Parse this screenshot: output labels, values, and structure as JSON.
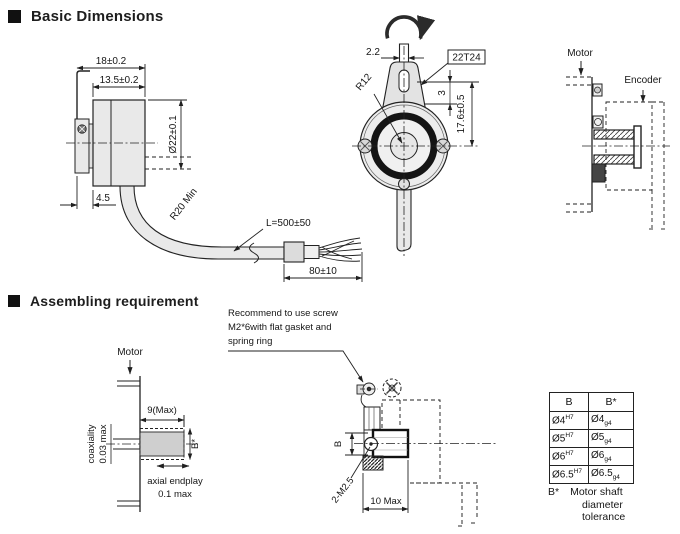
{
  "colors": {
    "ink": "#1f1f1f",
    "fill_light": "#e9e9e9",
    "fill_mid": "#cfcfcf",
    "fill_dark": "#454545"
  },
  "sections": {
    "basic_title": "Basic Dimensions",
    "assembling_title": "Assembling requirement"
  },
  "side_view": {
    "dim_overall": "18±0.2",
    "dim_body": "13.5±0.2",
    "dim_diameter": "Ø22±0.1",
    "dim_flange_offset": "4.5",
    "cable_bend_radius": "R20 Min",
    "cable_length": "L=500±50",
    "cable_strip_length": "80±10"
  },
  "front_view": {
    "dim_slot_width": "2.2",
    "gear_label": "22T24",
    "radius_label": "R12",
    "dim_slot_depth": "3",
    "dim_center_height": "17.6±0.5"
  },
  "section_view": {
    "motor_label": "Motor",
    "encoder_label": "Encoder"
  },
  "assembly_left": {
    "motor_label": "Motor",
    "dim_shaft_length": "9(Max)",
    "dim_shaft_dia": "B*",
    "coaxiality_label": "coaxiality",
    "coaxiality_value": "0.03 max",
    "endplay_label": "axial endplay",
    "endplay_value": "0.1 max"
  },
  "assembly_mid": {
    "note_line1": "Recommend to use screw",
    "note_line2": "M2*6with flat gasket and",
    "note_line3": "spring ring",
    "dim_bore": "B",
    "screw_spec": "2-M2.5",
    "dim_depth": "10 Max"
  },
  "tolerance_table": {
    "col_b": "B",
    "col_bstar": "B*",
    "rows": [
      {
        "b": "Ø4",
        "b_sup": "H7",
        "bs": "Ø4",
        "bs_sub": "g4"
      },
      {
        "b": "Ø5",
        "b_sup": "H7",
        "bs": "Ø5",
        "bs_sub": "g4"
      },
      {
        "b": "Ø6",
        "b_sup": "H7",
        "bs": "Ø6",
        "bs_sub": "g4"
      },
      {
        "b": "Ø6.5",
        "b_sup": "H7",
        "bs": "Ø6.5",
        "bs_sub": "g4"
      }
    ],
    "note_prefix": "B*",
    "note_line1": "Motor shaft",
    "note_line2": "diameter",
    "note_line3": "tolerance"
  }
}
